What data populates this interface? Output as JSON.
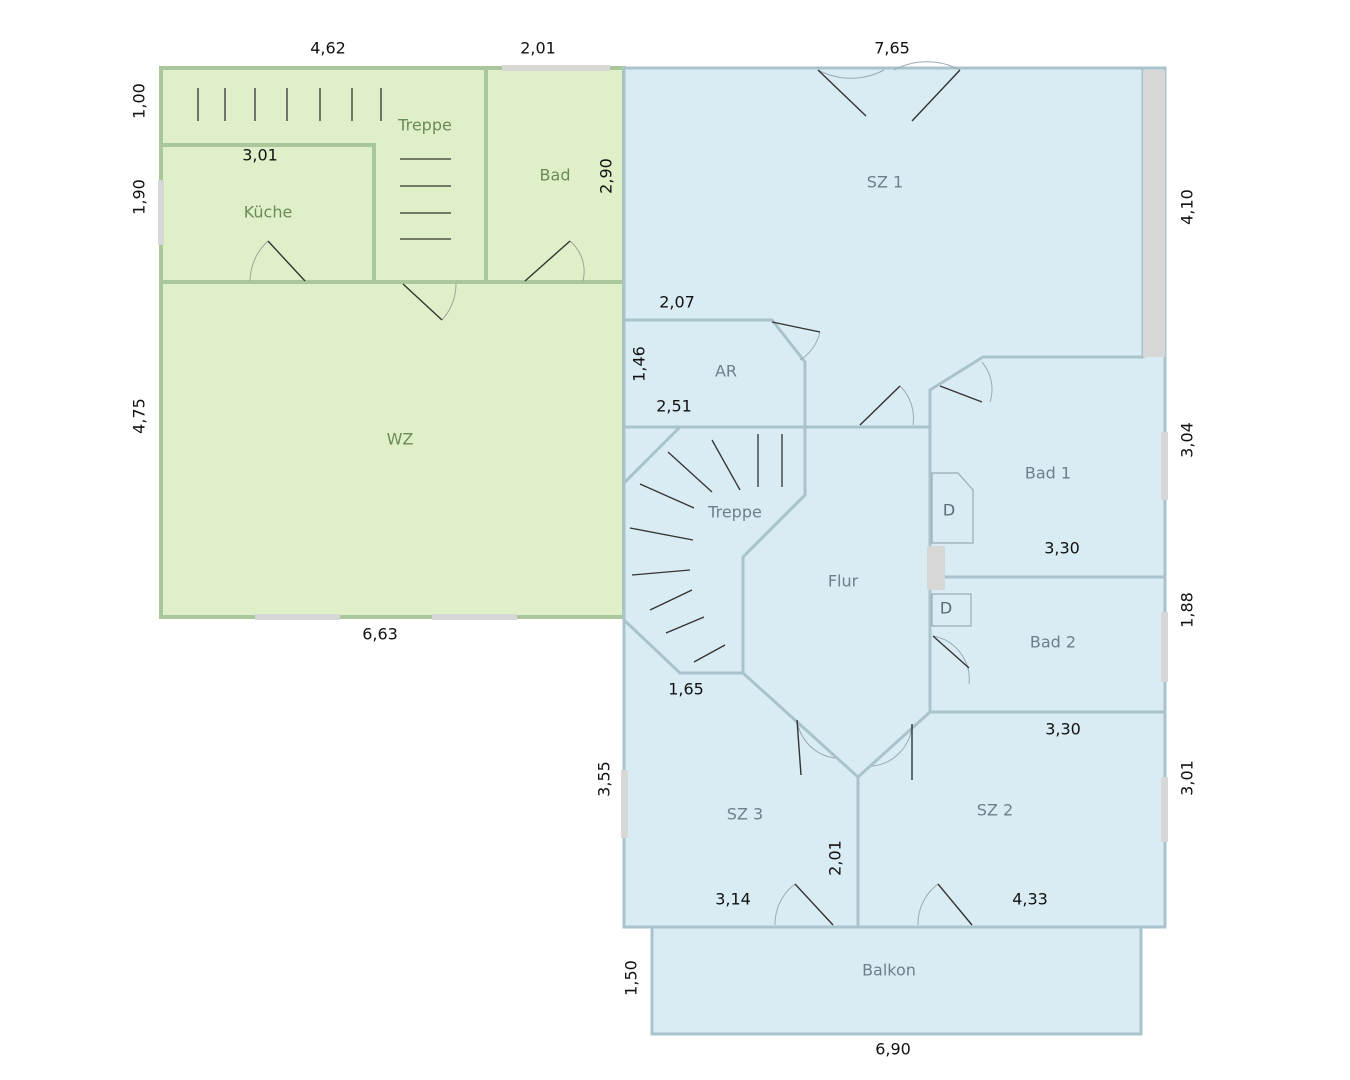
{
  "colors": {
    "green_fill": "#dff0c8",
    "green_wall": "#a9c79a",
    "green_text": "#6b8a5a",
    "blue_fill": "#daecf3",
    "blue_wall": "#a9c3cc",
    "blue_text": "#6d7f8c",
    "window": "#d7d7d7"
  },
  "rooms": {
    "green": {
      "treppe": "Treppe",
      "bad": "Bad",
      "kueche": "Küche",
      "wz": "WZ"
    },
    "blue": {
      "sz1": "SZ 1",
      "ar": "AR",
      "treppe": "Treppe",
      "flur": "Flur",
      "bad1": "Bad 1",
      "bad2": "Bad 2",
      "sz3": "SZ 3",
      "sz2": "SZ 2",
      "balkon": "Balkon",
      "d1": "D",
      "d2": "D"
    }
  },
  "dimensions": {
    "top_left_width": "4,62",
    "top_mid_width": "2,01",
    "top_right_width": "7,65",
    "left_stair_height": "1,00",
    "left_kitchen_height": "1,90",
    "left_wz_height": "4,75",
    "kitchen_width": "3,01",
    "bad_height": "2,90",
    "wz_width": "6,63",
    "sz1_height": "4,10",
    "ar_width": "2,07",
    "ar_height": "1,46",
    "ar_bottom_width": "2,51",
    "bad1_height": "3,04",
    "bad1_width": "3,30",
    "bad2_height": "1,88",
    "bad2_width": "3,30",
    "stair_bottom_width": "1,65",
    "sz3_height": "3,55",
    "sz2_height": "3,01",
    "sz3_width": "3,14",
    "sz3_inner_height": "2,01",
    "sz2_width": "4,33",
    "balkon_height": "1,50",
    "balkon_width": "6,90"
  }
}
